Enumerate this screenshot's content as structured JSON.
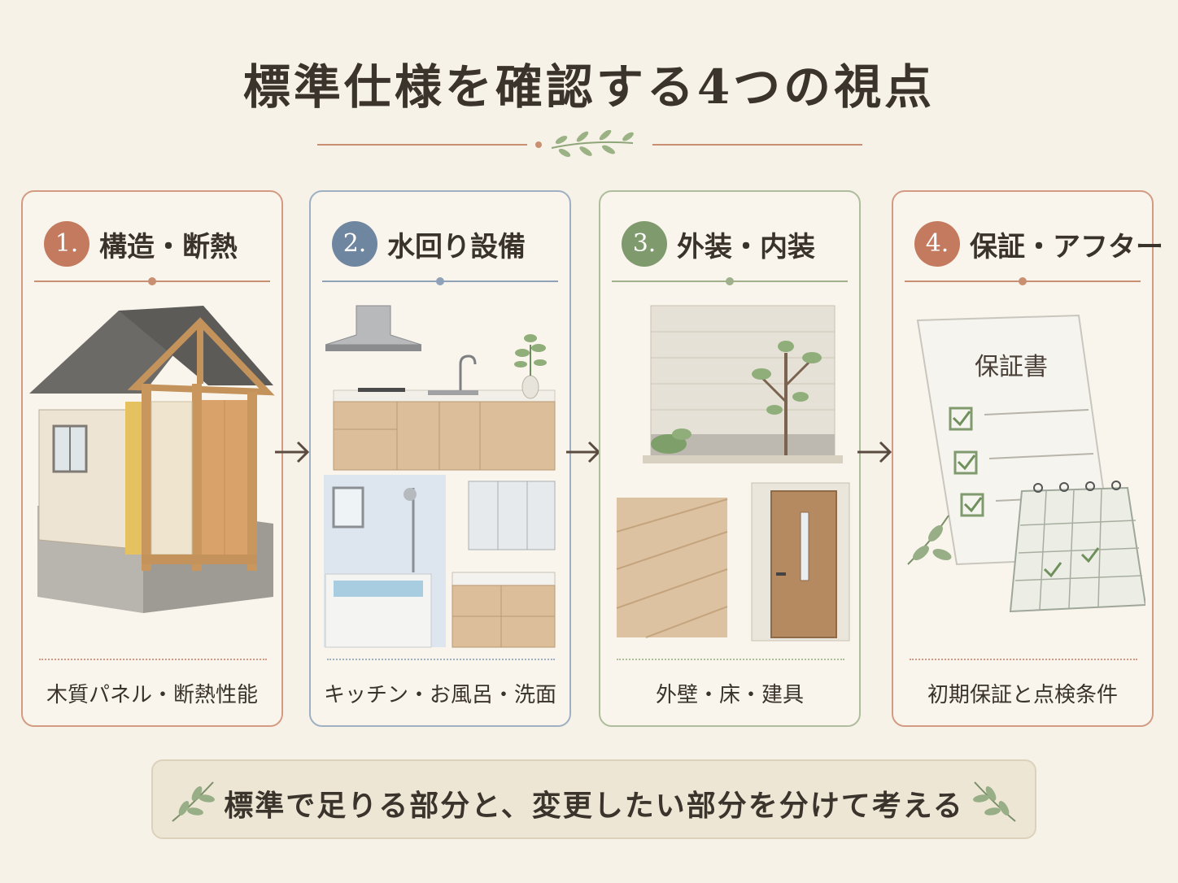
{
  "title": "標準仕様を確認する4つの視点",
  "cards": [
    {
      "number": "1.",
      "title": "構造・断熱",
      "label": "木質パネル・断熱性能",
      "color": "#c47a5e"
    },
    {
      "number": "2.",
      "title": "水回り設備",
      "label": "キッチン・お風呂・洗面",
      "color": "#6f86a0"
    },
    {
      "number": "3.",
      "title": "外装・内装",
      "label": "外壁・床・建具",
      "color": "#7f9a6c"
    },
    {
      "number": "4.",
      "title": "保証・アフター",
      "label": "初期保証と点検条件",
      "color": "#c47a5e"
    }
  ],
  "illustrations": {
    "warranty_doc_title": "保証書"
  },
  "banner": {
    "text": "標準で足りる部分と、変更したい部分を分けて考える"
  }
}
